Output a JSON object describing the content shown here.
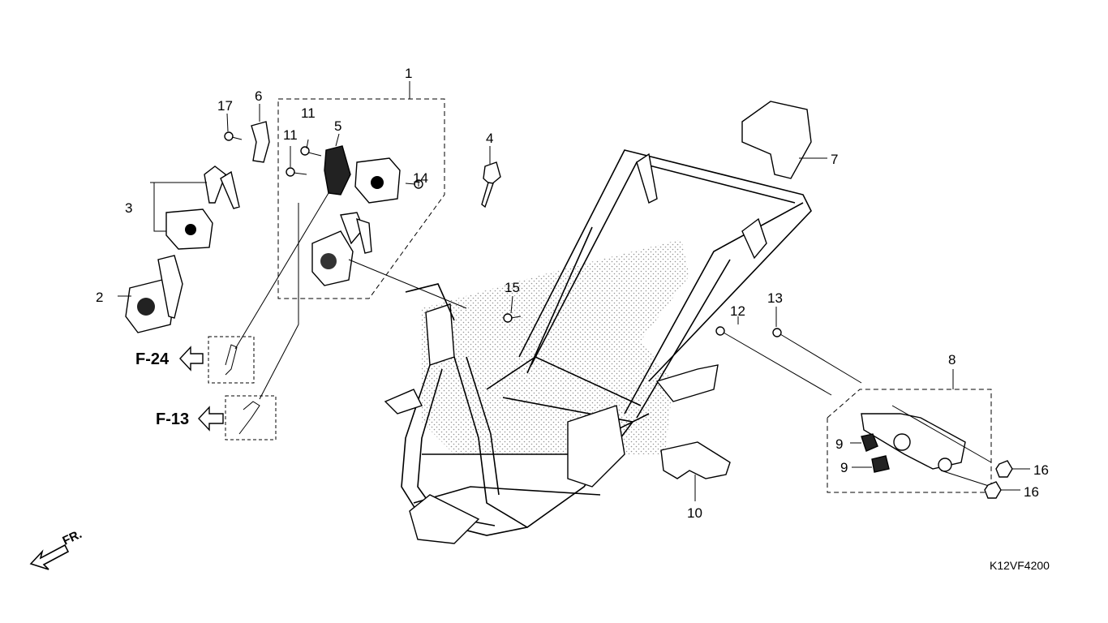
{
  "diagram": {
    "part_labels": {
      "p1": "1",
      "p2": "2",
      "p3": "3",
      "p4": "4",
      "p5": "5",
      "p6": "6",
      "p7": "7",
      "p8": "8",
      "p9a": "9",
      "p9b": "9",
      "p10": "10",
      "p11a": "11",
      "p11b": "11",
      "p12": "12",
      "p13": "13",
      "p14": "14",
      "p15": "15",
      "p16a": "16",
      "p16b": "16",
      "p17": "17"
    },
    "references": {
      "f24": "F-24",
      "f13": "F-13"
    },
    "direction_label": "FR.",
    "diagram_code": "K12VF4200"
  }
}
